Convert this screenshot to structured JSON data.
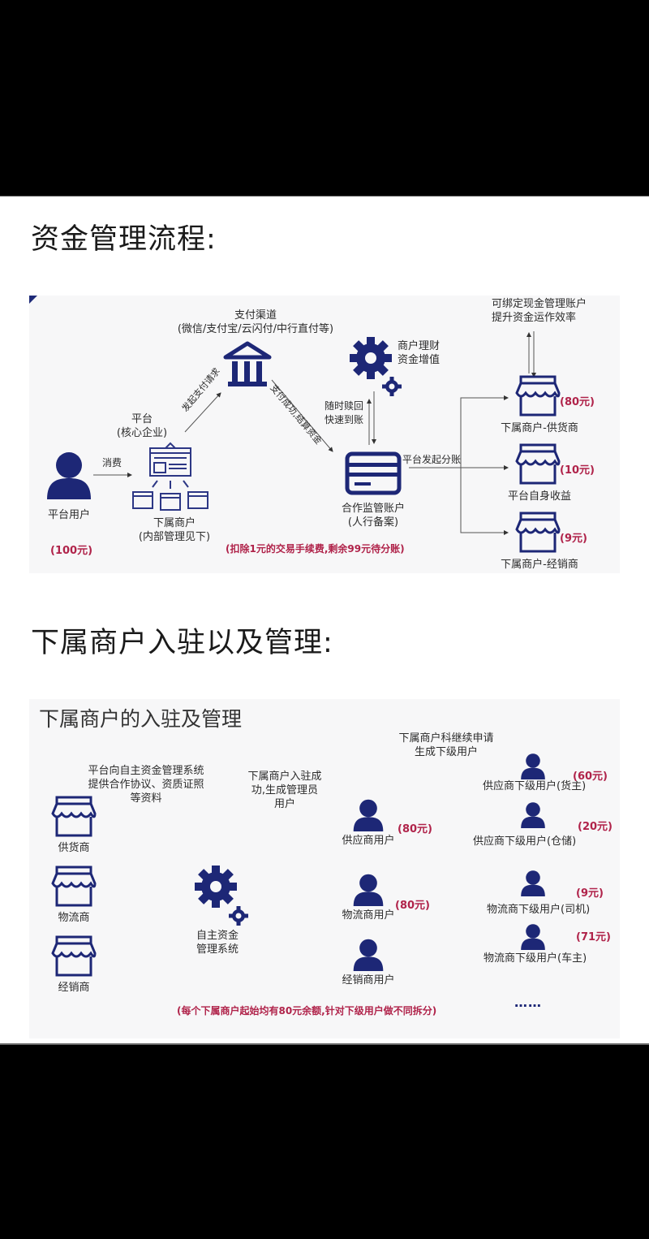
{
  "colors": {
    "navy": "#1d2776",
    "amount_red": "#b0234a",
    "panel_bg": "#f7f7f8"
  },
  "section1": {
    "heading": "资金管理流程:",
    "diagram": {
      "payment_channel": {
        "title": "支付渠道",
        "subtitle": "(微信/支付宝/云闪付/中行直付等)",
        "icon": "bank-icon"
      },
      "platform_user": {
        "label": "平台用户",
        "amount": "(100元)",
        "icon": "user-icon"
      },
      "consume_label": "消费",
      "platform": {
        "title": "平台",
        "subtitle": "(核心企业)",
        "icon": "platform-window-icon"
      },
      "sub_merchants": {
        "title": "下属商户",
        "subtitle": "(内部管理见下)"
      },
      "initiate_payment_label": "发起支付请求",
      "payment_success_label": "支付成功,结算资金",
      "wealth": {
        "line1": "商户理财",
        "line2": "资金增值",
        "icon": "gear-icon"
      },
      "redeem": {
        "line1": "随时赎回",
        "line2": "快速到账"
      },
      "escrow_account": {
        "title": "合作监管账户",
        "subtitle": "(人行备案)",
        "icon": "card-icon"
      },
      "split_label": "平台发起分账",
      "fee_note": "(扣除1元的交易手续费,剩余99元待分账)",
      "cash_mgmt": {
        "line1": "可绑定现金管理账户",
        "line2": "提升资金运作效率"
      },
      "recipients": [
        {
          "label": "下属商户-供货商",
          "amount": "(80元)",
          "icon": "store-icon"
        },
        {
          "label": "平台自身收益",
          "amount": "(10元)",
          "icon": "store-icon"
        },
        {
          "label": "下属商户-经销商",
          "amount": "(9元)",
          "icon": "store-icon"
        }
      ]
    }
  },
  "section2": {
    "heading": "下属商户入驻以及管理:",
    "panel_title": "下属商户的入驻及管理",
    "merchants": [
      {
        "label": "供货商",
        "icon": "store-icon"
      },
      {
        "label": "物流商",
        "icon": "store-icon"
      },
      {
        "label": "经销商",
        "icon": "store-icon"
      }
    ],
    "platform_note": [
      "平台向自主资金管理系统",
      "提供合作协议、资质证照",
      "等资料"
    ],
    "system": {
      "line1": "自主资金",
      "line2": "管理系统",
      "icon": "gear-icon"
    },
    "onboard_note": [
      "下属商户入驻成",
      "功,生成管理员",
      "用户"
    ],
    "sub_note": [
      "下属商户科继续申请",
      "生成下级用户"
    ],
    "users": [
      {
        "label": "供应商用户",
        "amount": "(80元)"
      },
      {
        "label": "物流商用户",
        "amount": "(80元)"
      },
      {
        "label": "经销商用户"
      }
    ],
    "sub_users": [
      {
        "label": "供应商下级用户(货主)",
        "amount": "(60元)"
      },
      {
        "label": "供应商下级用户(仓储)",
        "amount": "(20元)"
      },
      {
        "label": "物流商下级用户(司机)",
        "amount": "(9元)"
      },
      {
        "label": "物流商下级用户(车主)",
        "amount": "(71元)"
      }
    ],
    "footer_note": "(每个下属商户起始均有80元余额,针对下级用户做不同拆分)",
    "ellipsis": "……"
  }
}
